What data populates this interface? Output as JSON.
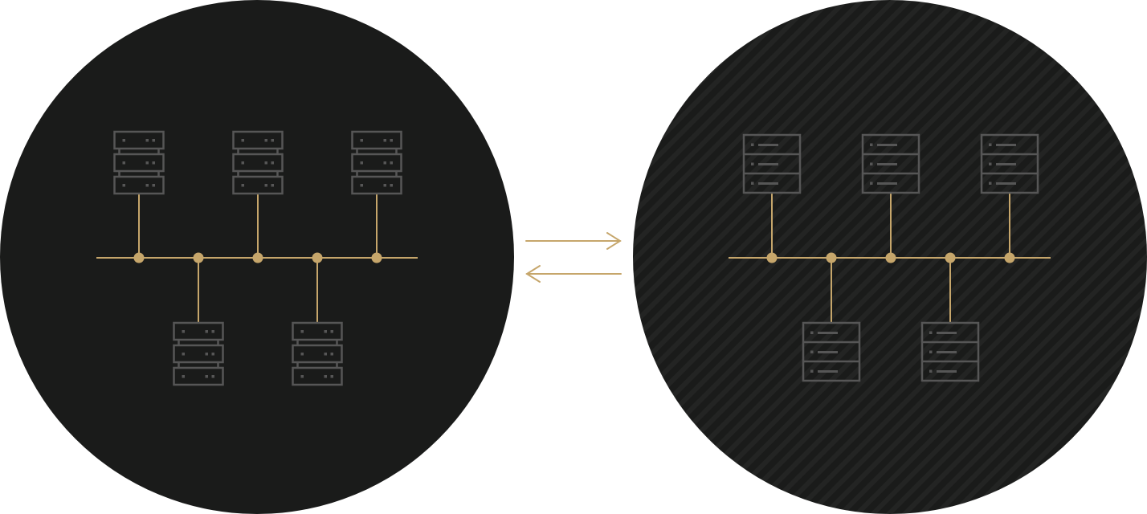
{
  "colors": {
    "background": "#ffffff",
    "circle_fill": "#1a1b1a",
    "stripe": "#232423",
    "accent": "#c6a66b",
    "server_outline": "#565656"
  },
  "left_network": {
    "topology": "bus",
    "server_style": "rack-dots-icon",
    "bus_nodes": 5,
    "servers": [
      {
        "node": 1,
        "side": "above"
      },
      {
        "node": 3,
        "side": "above"
      },
      {
        "node": 5,
        "side": "above"
      },
      {
        "node": 2,
        "side": "below"
      },
      {
        "node": 4,
        "side": "below"
      }
    ]
  },
  "right_network": {
    "topology": "bus",
    "server_style": "rack-lines-icon",
    "background_pattern": "diagonal-stripes",
    "bus_nodes": 5,
    "servers": [
      {
        "node": 1,
        "side": "above"
      },
      {
        "node": 3,
        "side": "above"
      },
      {
        "node": 5,
        "side": "above"
      },
      {
        "node": 2,
        "side": "below"
      },
      {
        "node": 4,
        "side": "below"
      }
    ]
  },
  "connector": {
    "arrows": [
      "right-arrow-icon",
      "left-arrow-icon"
    ]
  }
}
